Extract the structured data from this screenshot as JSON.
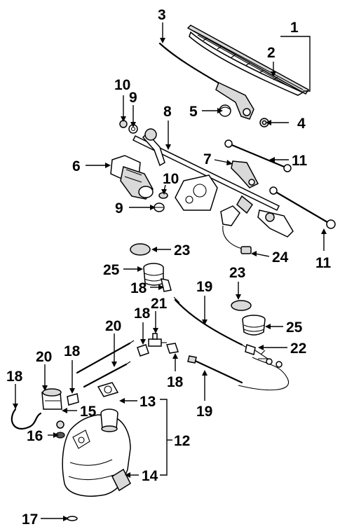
{
  "callouts": [
    {
      "id": "c1",
      "text": "1"
    },
    {
      "id": "c2",
      "text": "2"
    },
    {
      "id": "c3",
      "text": "3"
    },
    {
      "id": "c4",
      "text": "4"
    },
    {
      "id": "c5",
      "text": "5"
    },
    {
      "id": "c6",
      "text": "6"
    },
    {
      "id": "c7",
      "text": "7"
    },
    {
      "id": "c8",
      "text": "8"
    },
    {
      "id": "c9a",
      "text": "9"
    },
    {
      "id": "c9b",
      "text": "9"
    },
    {
      "id": "c10a",
      "text": "10"
    },
    {
      "id": "c10b",
      "text": "10"
    },
    {
      "id": "c11a",
      "text": "11"
    },
    {
      "id": "c11b",
      "text": "11"
    },
    {
      "id": "c12",
      "text": "12"
    },
    {
      "id": "c13",
      "text": "13"
    },
    {
      "id": "c14",
      "text": "14"
    },
    {
      "id": "c15",
      "text": "15"
    },
    {
      "id": "c16",
      "text": "16"
    },
    {
      "id": "c17",
      "text": "17"
    },
    {
      "id": "c18a",
      "text": "18"
    },
    {
      "id": "c18b",
      "text": "18"
    },
    {
      "id": "c18c",
      "text": "18"
    },
    {
      "id": "c18d",
      "text": "18"
    },
    {
      "id": "c18e",
      "text": "18"
    },
    {
      "id": "c19a",
      "text": "19"
    },
    {
      "id": "c19b",
      "text": "19"
    },
    {
      "id": "c20a",
      "text": "20"
    },
    {
      "id": "c20b",
      "text": "20"
    },
    {
      "id": "c21",
      "text": "21"
    },
    {
      "id": "c22",
      "text": "22"
    },
    {
      "id": "c23a",
      "text": "23"
    },
    {
      "id": "c23b",
      "text": "23"
    },
    {
      "id": "c24",
      "text": "24"
    },
    {
      "id": "c25a",
      "text": "25"
    },
    {
      "id": "c25b",
      "text": "25"
    }
  ]
}
